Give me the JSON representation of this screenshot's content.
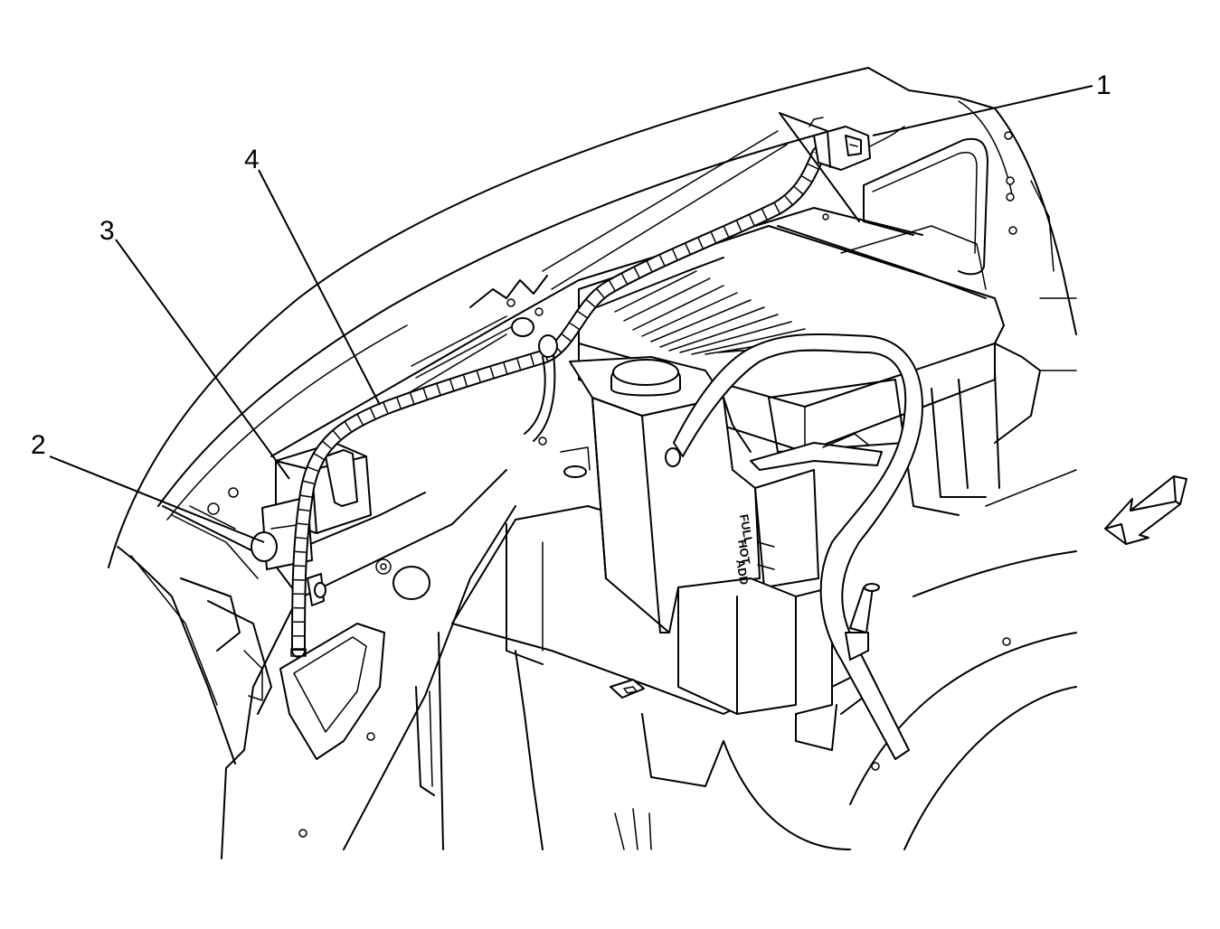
{
  "diagram": {
    "callouts": [
      {
        "id": "1",
        "label": "1"
      },
      {
        "id": "2",
        "label": "2"
      },
      {
        "id": "3",
        "label": "3"
      },
      {
        "id": "4",
        "label": "4"
      }
    ],
    "reservoir_markings": {
      "full": "FULL",
      "hot": "HOT",
      "add": "ADD"
    },
    "arrow_direction": "front-of-vehicle"
  }
}
